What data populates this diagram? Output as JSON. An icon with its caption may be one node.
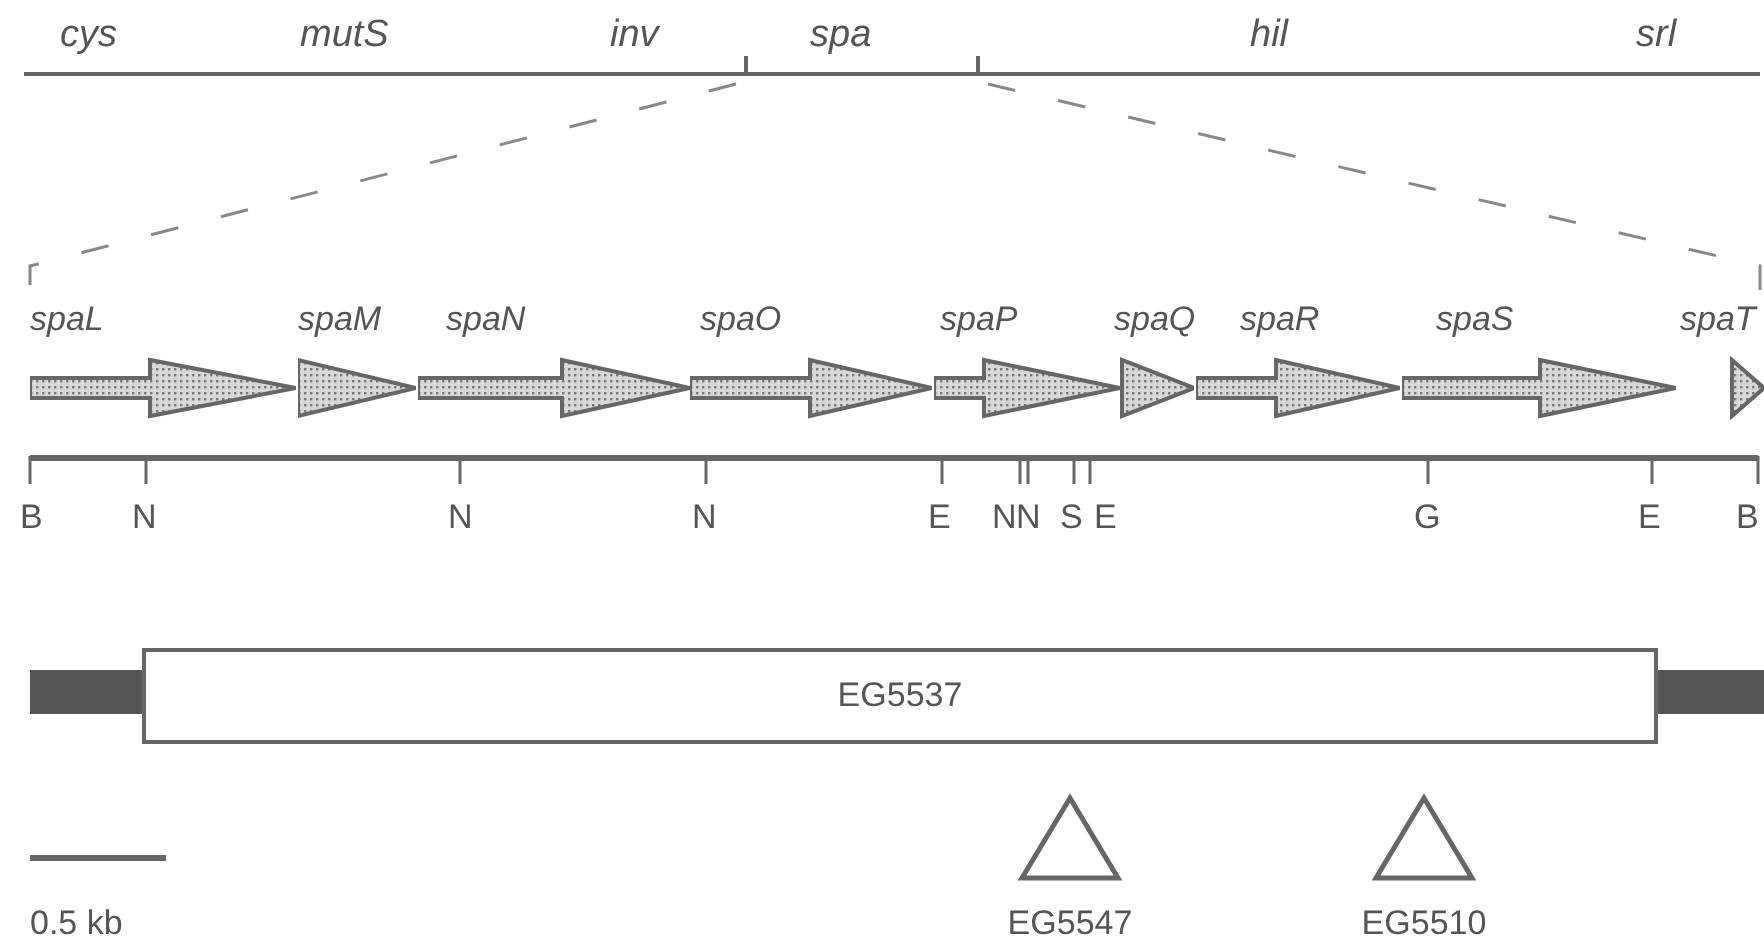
{
  "diagram": {
    "nodes": [
      {
        "text": [
          "spaL"
        ]
      },
      {
        "text": [
          "spaM"
        ]
      },
      {
        "text": [
          "spaN"
        ]
      },
      {
        "text": [
          "spaO"
        ]
      },
      {
        "text": [
          "spaP"
        ]
      },
      {
        "text": [
          "spaQ"
        ]
      },
      {
        "text": [
          "spaR"
        ]
      },
      {
        "text": [
          "spaS"
        ]
      },
      {
        "text": [
          "spaT"
        ]
      },
      {
        "text": [
          "EG5537"
        ]
      },
      {
        "text": [
          "EG5547"
        ]
      },
      {
        "text": [
          "EG5510"
        ]
      }
    ],
    "labels": [
      "cys",
      "mutS",
      "inv",
      "spa",
      "hil",
      "srl",
      "B",
      "N",
      "N",
      "N",
      "E",
      "N",
      "N",
      "S",
      "E",
      "G",
      "E",
      "B",
      "0.5 kb"
    ]
  }
}
